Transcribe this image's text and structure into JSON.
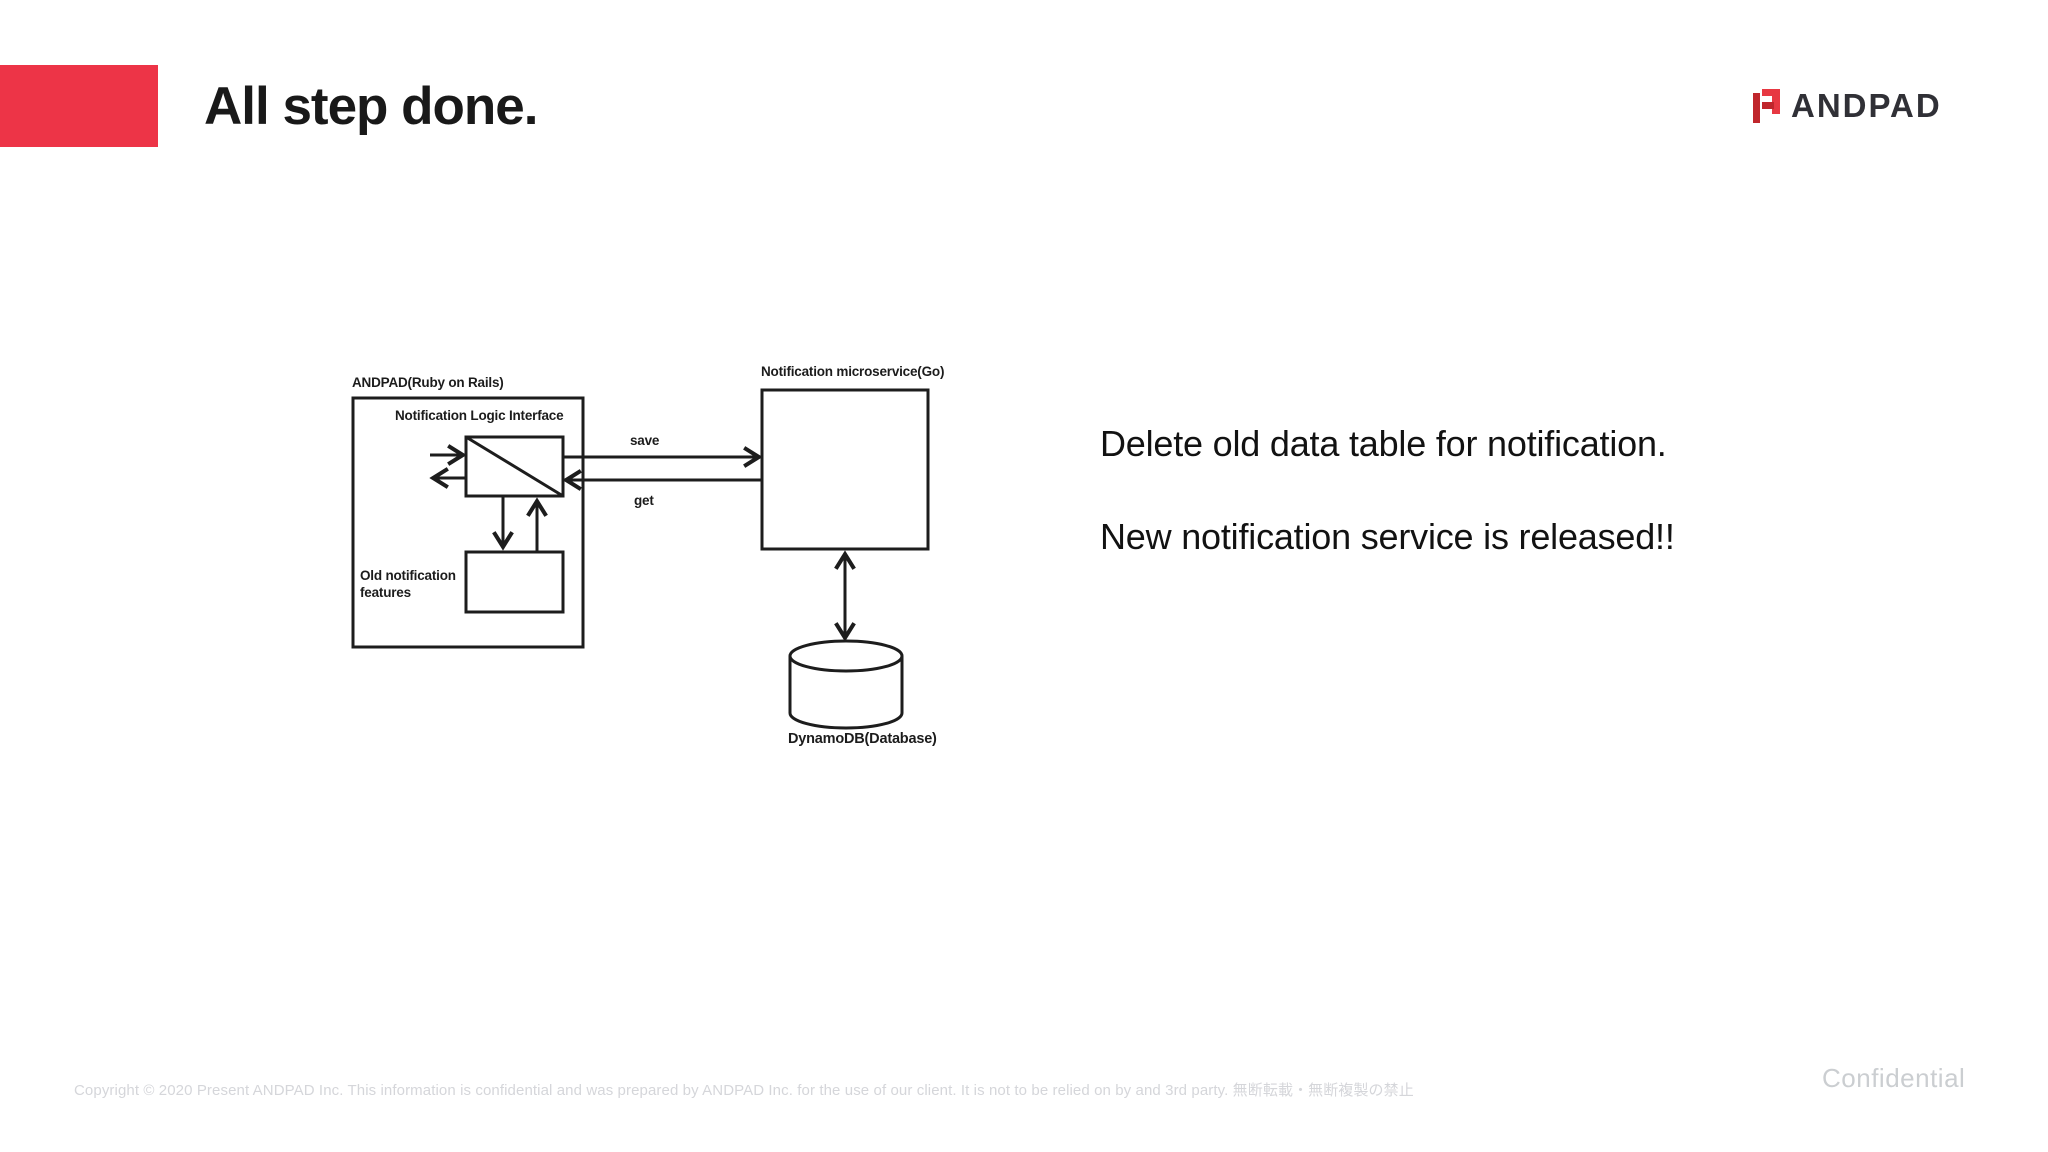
{
  "slide": {
    "title": "All step done.",
    "accent_color": "#ED3447"
  },
  "logo": {
    "wordmark": "ANDPAD",
    "mark_color_dark": "#C0262C",
    "mark_color_bright": "#E73842"
  },
  "diagram": {
    "rails_box_label": "ANDPAD(Ruby on Rails)",
    "interface_label": "Notification Logic Interface",
    "old_features_label": "Old notification features",
    "microservice_label": "Notification microservice(Go)",
    "database_label": "DynamoDB(Database)",
    "save_arrow_label": "save",
    "get_arrow_label": "get",
    "line_color": "#1d1d1d"
  },
  "notes": {
    "line1": "Delete old data table for notification.",
    "line2": "New notification service is released!!"
  },
  "footer": {
    "copyright": "Copyright © 2020 Present ANDPAD Inc. This information is confidential and was prepared by ANDPAD Inc. for the use of our client. It is not to be relied on by and 3rd party.  無断転載・無断複製の禁止",
    "confidential": "Confidential"
  }
}
